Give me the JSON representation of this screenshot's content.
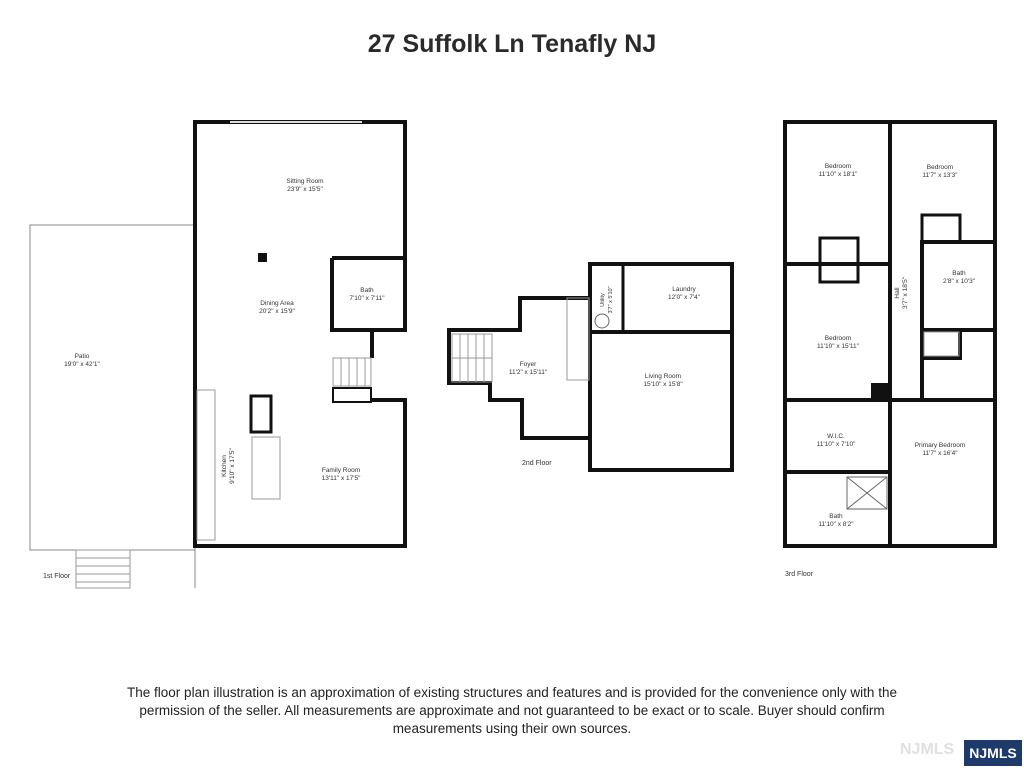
{
  "title": "27 Suffolk Ln Tenafly NJ",
  "floors": [
    {
      "label": "1st Floor",
      "rooms": [
        {
          "name": "Sitting Room",
          "dims": "23'9\" x 15'5\""
        },
        {
          "name": "Dining Area",
          "dims": "20'2\" x 15'9\""
        },
        {
          "name": "Bath",
          "dims": "7'10\" x 7'11\""
        },
        {
          "name": "Patio",
          "dims": "19'0\" x 42'1\""
        },
        {
          "name": "Kitchen",
          "dims": "9'10\" x 17'5\""
        },
        {
          "name": "Family Room",
          "dims": "13'11\" x 17'5\""
        }
      ]
    },
    {
      "label": "2nd Floor",
      "rooms": [
        {
          "name": "Utility",
          "dims": "3'7\" x 5'10\""
        },
        {
          "name": "Laundry",
          "dims": "12'0\" x 7'4\""
        },
        {
          "name": "Foyer",
          "dims": "11'2\" x 15'11\""
        },
        {
          "name": "Living Room",
          "dims": "15'10\" x 15'8\""
        }
      ]
    },
    {
      "label": "3rd Floor",
      "rooms": [
        {
          "name": "Bedroom",
          "dims": "11'10\" x 18'1\""
        },
        {
          "name": "Bedroom",
          "dims": "11'7\" x 13'3\""
        },
        {
          "name": "Bath",
          "dims": "2'8\" x 10'3\""
        },
        {
          "name": "Hall",
          "dims": "3'7\" x 18'5\""
        },
        {
          "name": "Bedroom",
          "dims": "11'10\" x 15'11\""
        },
        {
          "name": "W.I.C.",
          "dims": "11'10\" x 7'10\""
        },
        {
          "name": "Primary Bedroom",
          "dims": "11'7\" x 16'4\""
        },
        {
          "name": "Bath",
          "dims": "11'10\" x 8'2\""
        }
      ]
    }
  ],
  "disclaimer": [
    "The floor plan illustration is an approximation of existing structures and features and is provided for the convenience only with the",
    "permission of the seller. All measurements are approximate and not guaranteed to be exact or to scale. Buyer should confirm",
    "measurements using their own sources."
  ],
  "logo": "NJMLS",
  "watermark": "NJMLS"
}
